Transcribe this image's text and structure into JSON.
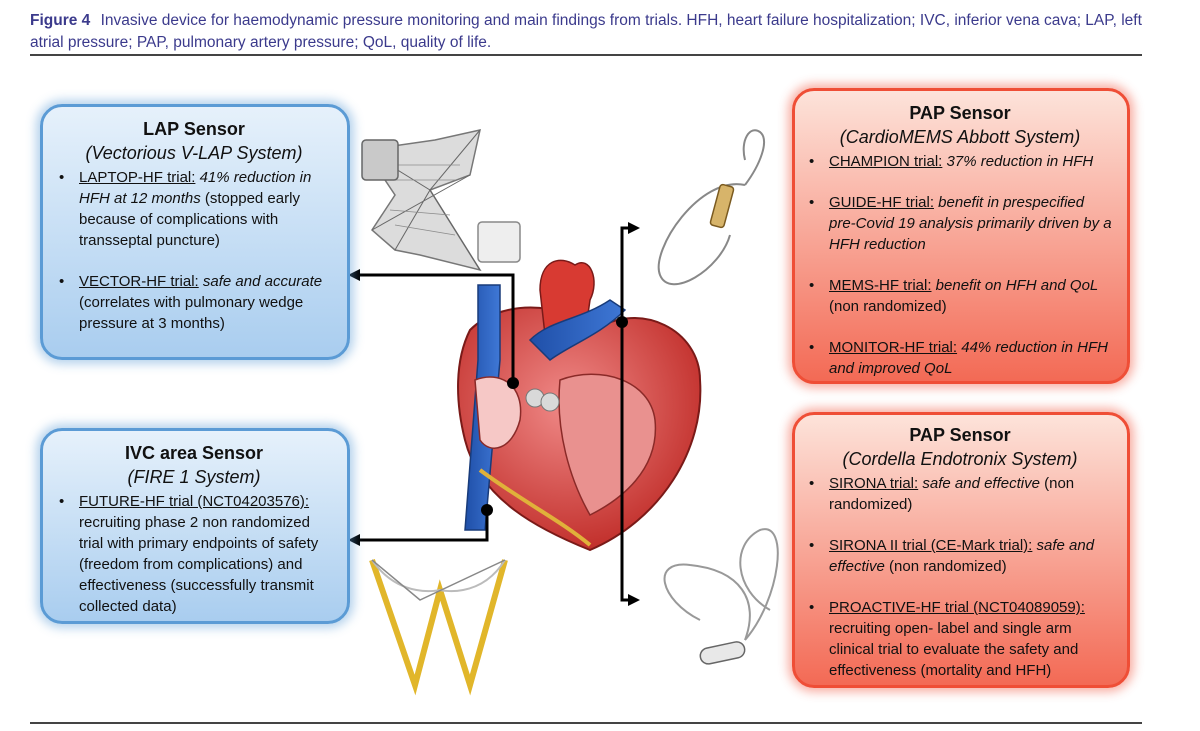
{
  "caption": {
    "label": "Figure 4",
    "text": "Invasive device for haemodynamic pressure monitoring and main findings from trials. HFH, heart failure hospitalization; IVC, inferior vena cava; LAP, left atrial pressure; PAP, pulmonary artery pressure; QoL, quality of life."
  },
  "bullet": "•",
  "lap": {
    "title": "LAP Sensor",
    "subtitle": "(Vectorious V-LAP System)",
    "items": [
      {
        "name": "LAPTOP-HF trial:",
        "italic": "41% reduction in HFH at 12 months",
        "plain": "(stopped early because of complications with transseptal puncture)"
      },
      {
        "name": "VECTOR-HF trial:",
        "italic": "safe and accurate",
        "plain": "(correlates with pulmonary wedge pressure at 3 months)"
      }
    ]
  },
  "ivc": {
    "title": "IVC area Sensor",
    "subtitle": "(FIRE 1 System)",
    "items": [
      {
        "name": "FUTURE-HF trial (NCT04203576):",
        "italic": "",
        "plain": "recruiting phase 2 non randomized trial with primary endpoints of safety (freedom from complications) and effectiveness (successfully transmit collected data)"
      }
    ]
  },
  "cardiomems": {
    "title": "PAP Sensor",
    "subtitle": "(CardioMEMS Abbott System)",
    "items": [
      {
        "name": "CHAMPION trial:",
        "italic": "37% reduction in HFH",
        "plain": ""
      },
      {
        "name": "GUIDE-HF trial:",
        "italic": "benefit in prespecified pre-Covid 19 analysis primarily driven by a HFH reduction",
        "plain": ""
      },
      {
        "name": "MEMS-HF trial:",
        "italic": "benefit on HFH and QoL",
        "plain": "(non randomized)"
      },
      {
        "name": "MONITOR-HF trial:",
        "italic": "44% reduction in HFH and improved QoL",
        "plain": ""
      }
    ]
  },
  "cordella": {
    "title": "PAP Sensor",
    "subtitle": "(Cordella Endotronix System)",
    "items": [
      {
        "name": "SIRONA trial:",
        "italic": "safe and effective",
        "plain": "(non randomized)"
      },
      {
        "name": "SIRONA II trial (CE-Mark trial):",
        "italic": "safe and effective",
        "plain": "(non randomized)"
      },
      {
        "name": "PROACTIVE-HF trial (NCT04089059):",
        "italic": "",
        "plain": "recruiting open- label and single arm clinical trial to evaluate the safety and effectiveness (mortality and HFH)"
      }
    ]
  },
  "colors": {
    "blue_border": "#5b9bd5",
    "red_border": "#ef4e36",
    "caption": "#3b3a8c"
  }
}
